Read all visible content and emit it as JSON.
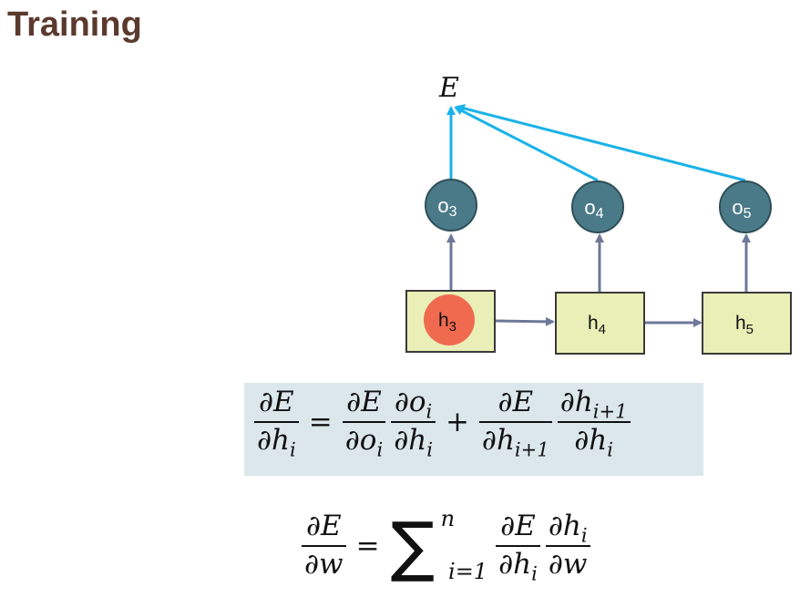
{
  "slide": {
    "title": "Training"
  },
  "diagram": {
    "error_label": "E",
    "outputs": [
      {
        "base": "o",
        "sub": "3"
      },
      {
        "base": "o",
        "sub": "4"
      },
      {
        "base": "o",
        "sub": "5"
      }
    ],
    "hidden": [
      {
        "base": "h",
        "sub": "3",
        "highlighted": true
      },
      {
        "base": "h",
        "sub": "4",
        "highlighted": false
      },
      {
        "base": "h",
        "sub": "5",
        "highlighted": false
      }
    ],
    "colors": {
      "output_node": "#4a7a88",
      "hidden_box": "#e9efb6",
      "highlight": "#f06a50",
      "error_arrows": "#1ab2e8",
      "arrows": "#6e7898"
    }
  },
  "equations": {
    "eq1": {
      "lhs_num": "∂E",
      "lhs_den": "∂h",
      "lhs_den_sub": "i",
      "t1a_num": "∂E",
      "t1a_den": "∂o",
      "t1a_den_sub": "i",
      "t1b_num": "∂o",
      "t1b_num_sub": "i",
      "t1b_den": "∂h",
      "t1b_den_sub": "i",
      "t2a_num": "∂E",
      "t2a_den": "∂h",
      "t2a_den_sub": "i+1",
      "t2b_num": "∂h",
      "t2b_num_sub": "i+1",
      "t2b_den": "∂h",
      "t2b_den_sub": "i",
      "equals": "=",
      "plus": "+"
    },
    "eq2": {
      "lhs_num": "∂E",
      "lhs_den": "∂w",
      "equals": "=",
      "sigma": "∑",
      "upper": "n",
      "lower": "i=1",
      "ta_num": "∂E",
      "ta_den": "∂h",
      "ta_den_sub": "i",
      "tb_num": "∂h",
      "tb_num_sub": "i",
      "tb_den": "∂w"
    }
  }
}
